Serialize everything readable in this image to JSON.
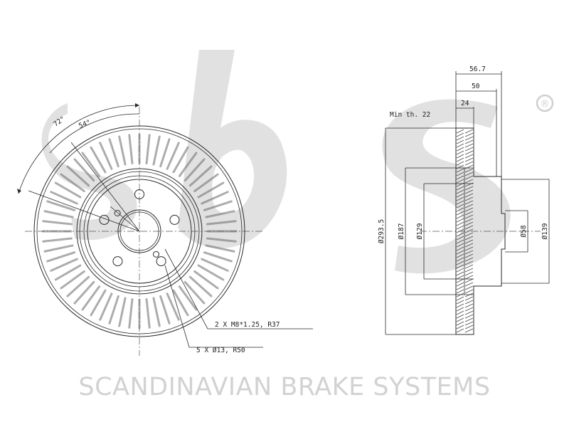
{
  "brand": {
    "company_name": "SCANDINAVIAN BRAKE SYSTEMS",
    "registered_mark": "®",
    "watermark_color": "#d9d9d9"
  },
  "front_view": {
    "angle_label_outer": "72°",
    "angle_label_inner": "54°",
    "thread_callout": "2 X M8*1.25, R37",
    "bolt_hole_callout": "5 X Ø13, R50",
    "vent_slot_count": 60,
    "bolt_hole_count": 5,
    "threaded_hole_count": 2
  },
  "side_view": {
    "min_thickness_label": "Min th. 22",
    "dim_total_height": "56.7",
    "dim_height": "50",
    "dim_thickness": "24",
    "dia_outer": "Ø293.5",
    "dia_187": "Ø187",
    "dia_129": "Ø129",
    "dia_center_bore": "Ø58",
    "dia_139": "Ø139"
  },
  "colors": {
    "line": "#2a2a2a",
    "hatch": "#444444"
  }
}
